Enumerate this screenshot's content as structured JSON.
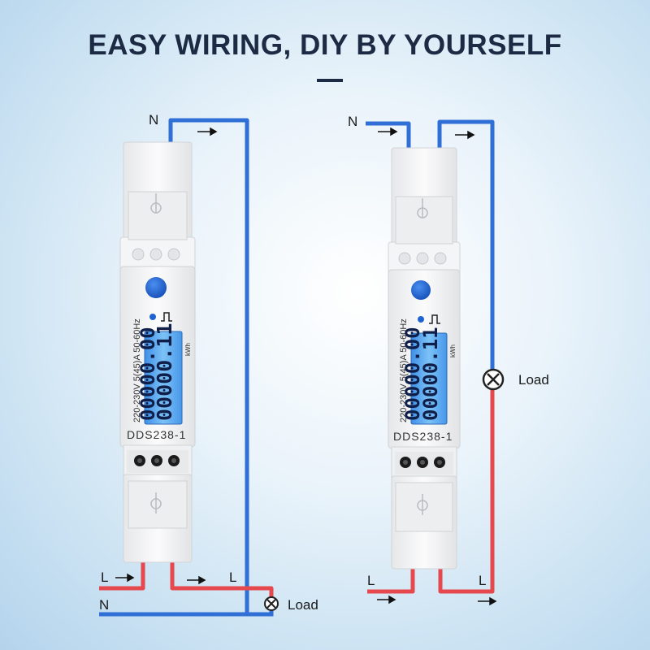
{
  "headline": "EASY WIRING, DIY BY YOURSELF",
  "colors": {
    "neutral_wire": "#2f6fd6",
    "live_wire": "#e5484d",
    "meter_body": "#f2f3f4",
    "button": "#1f63d1",
    "lcd_background": "#5aa9ef",
    "headline": "#1d2a44"
  },
  "meter_left": {
    "model": "DDS238-1",
    "spec": "220-230V 5(45)A 50-60Hz",
    "unit": "kWh",
    "reading_top": "00000.11",
    "reading_bottom": "00000.00",
    "labels": {
      "neutral_in": "N",
      "live_in": "L",
      "live_out": "L",
      "neutral_out": "N",
      "load": "Load"
    }
  },
  "meter_right": {
    "model": "DDS238-1",
    "spec": "220-230V 5(45)A 50-60Hz",
    "unit": "kWh",
    "reading_top": "00000.11",
    "reading_bottom": "00000.00",
    "labels": {
      "neutral_in": "N",
      "live_in": "L",
      "live_out": "L",
      "load": "Load"
    }
  }
}
